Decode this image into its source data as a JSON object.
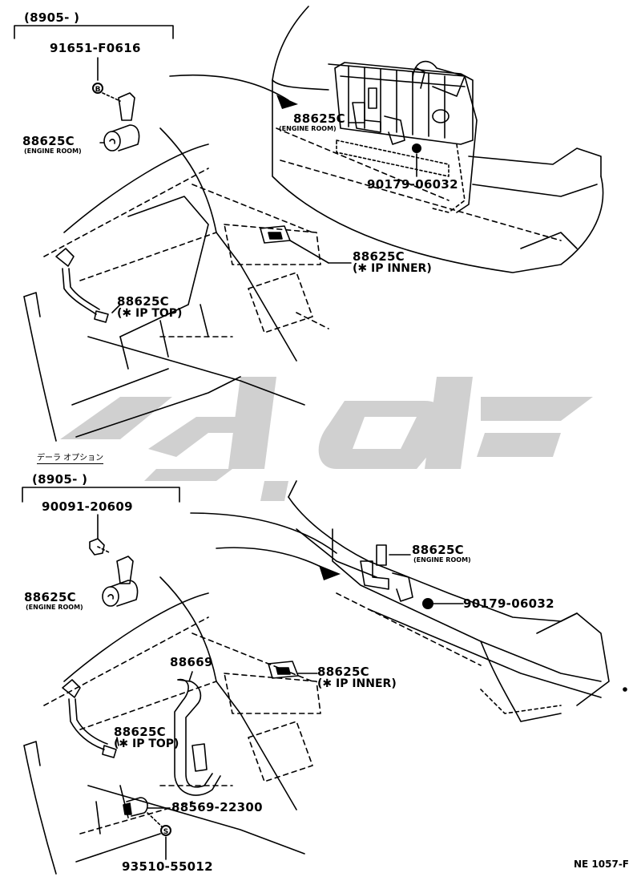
{
  "top_section": {
    "date_range": "(8905-        )",
    "bolt_part": "91651-F0616",
    "bolt_symbol": "B",
    "engine_room_part": "88625C",
    "engine_room_note": "(ENGINE ROOM)",
    "grommet_part": "90179-06032",
    "ip_inner_part": "88625C",
    "ip_inner_note": "(✱ IP INNER)",
    "ip_top_part": "88625C",
    "ip_top_note": "(✱ IP TOP)"
  },
  "bottom_section": {
    "dealer_option": "デーラ オプション",
    "date_range": "(8905-        )",
    "bolt_part": "90091-20609",
    "engine_room_part": "88625C",
    "engine_room_note": "(ENGINE ROOM)",
    "grommet_part": "90179-06032",
    "hose_part": "88669",
    "ip_inner_part": "88625C",
    "ip_inner_note": "(✱ IP INNER)",
    "ip_top_part": "88625C",
    "ip_top_note": "(✱ IP TOP)",
    "clamp_part": "88569-22300",
    "screw_part": "93510-55012",
    "screw_symbol": "S"
  },
  "watermark_color": "#c8c8c8",
  "footer_ref": "NE 1057-F"
}
